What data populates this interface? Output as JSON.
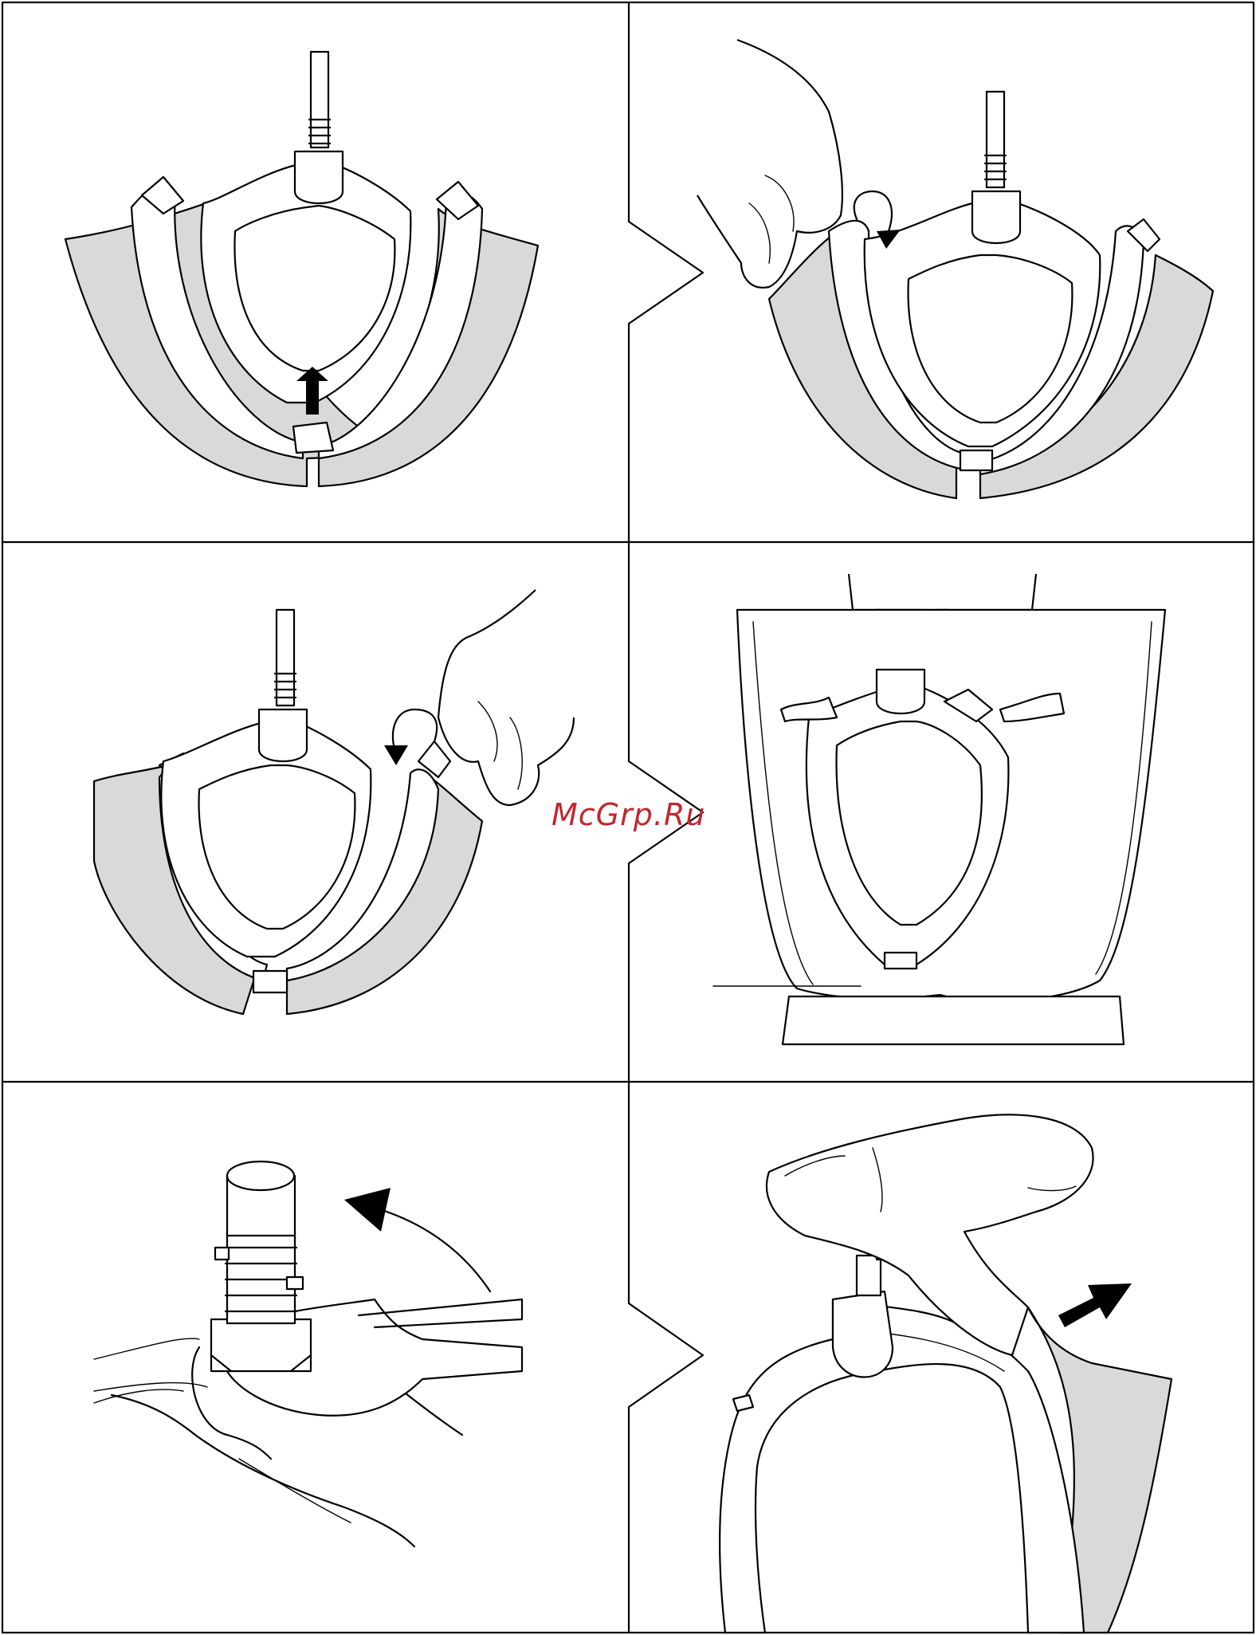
{
  "watermark": {
    "text": "McGrp.Ru",
    "color": "#c0282d"
  },
  "colors": {
    "line": "#000000",
    "fill_gray": "#d9d9d9",
    "paper": "#ffffff"
  },
  "panels": [
    {
      "id": "step-1",
      "icon": "arrow-up-icon"
    },
    {
      "id": "step-2",
      "icon": "rotate-clockwise-icon"
    },
    {
      "id": "step-3",
      "icon": "rotate-counterclockwise-icon"
    },
    {
      "id": "step-4",
      "icon": "mixer-bowl-icon"
    },
    {
      "id": "step-5",
      "icon": "curved-arrow-icon"
    },
    {
      "id": "step-6",
      "icon": "arrow-right-icon"
    }
  ]
}
